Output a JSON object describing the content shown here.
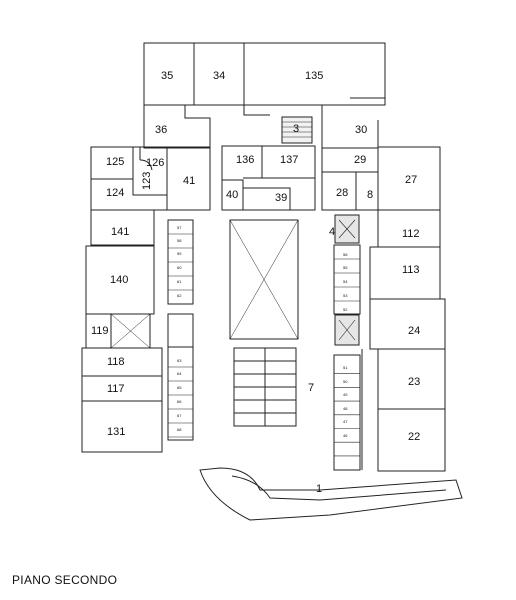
{
  "plan_title": "PIANO SECONDO",
  "rooms": [
    "35",
    "34",
    "135",
    "36",
    "3",
    "30",
    "125",
    "126",
    "124",
    "123",
    "41",
    "136",
    "137",
    "29",
    "40",
    "39",
    "28",
    "8",
    "27",
    "141",
    "4",
    "112",
    "140",
    "113",
    "119",
    "24",
    "118",
    "117",
    "131",
    "7",
    "23",
    "22",
    "1"
  ],
  "parking_left_top": [
    "57",
    "58",
    "59",
    "60",
    "61",
    "62"
  ],
  "parking_left_bottom": [
    "63",
    "64",
    "65",
    "66",
    "67",
    "68"
  ],
  "parking_right_top": [
    "56",
    "55",
    "54",
    "53",
    "52"
  ],
  "parking_right_bottom": [
    "51",
    "50",
    "49",
    "48",
    "47",
    "46"
  ]
}
